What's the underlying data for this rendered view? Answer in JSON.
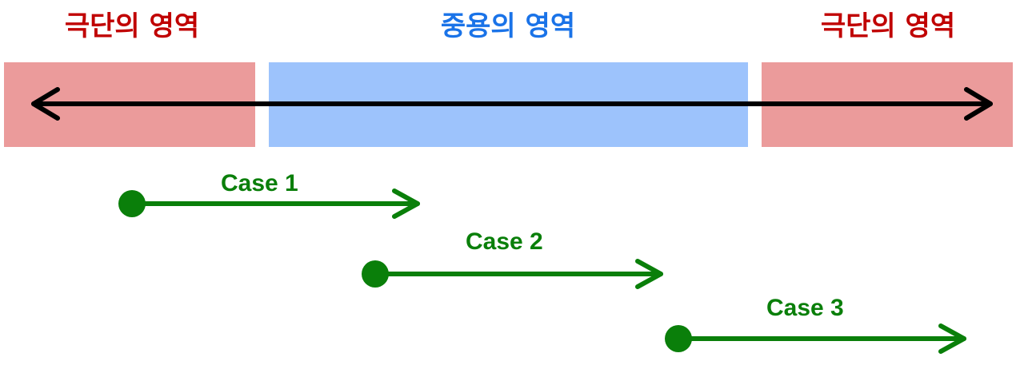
{
  "regions": {
    "left_label": "극단의 영역",
    "center_label": "중용의 영역",
    "right_label": "극단의 영역"
  },
  "cases": [
    {
      "label": "Case 1"
    },
    {
      "label": "Case 2"
    },
    {
      "label": "Case 3"
    }
  ],
  "colors": {
    "extreme_region": "#eb9b9b",
    "middle_region": "#9dc3fc",
    "extreme_text": "#c00000",
    "middle_text": "#1a73e8",
    "case_green": "#0a7f0a",
    "axis_arrow": "#000000"
  },
  "icons": {
    "axis": "double-headed-arrow",
    "case_marker": "dot-arrow"
  }
}
